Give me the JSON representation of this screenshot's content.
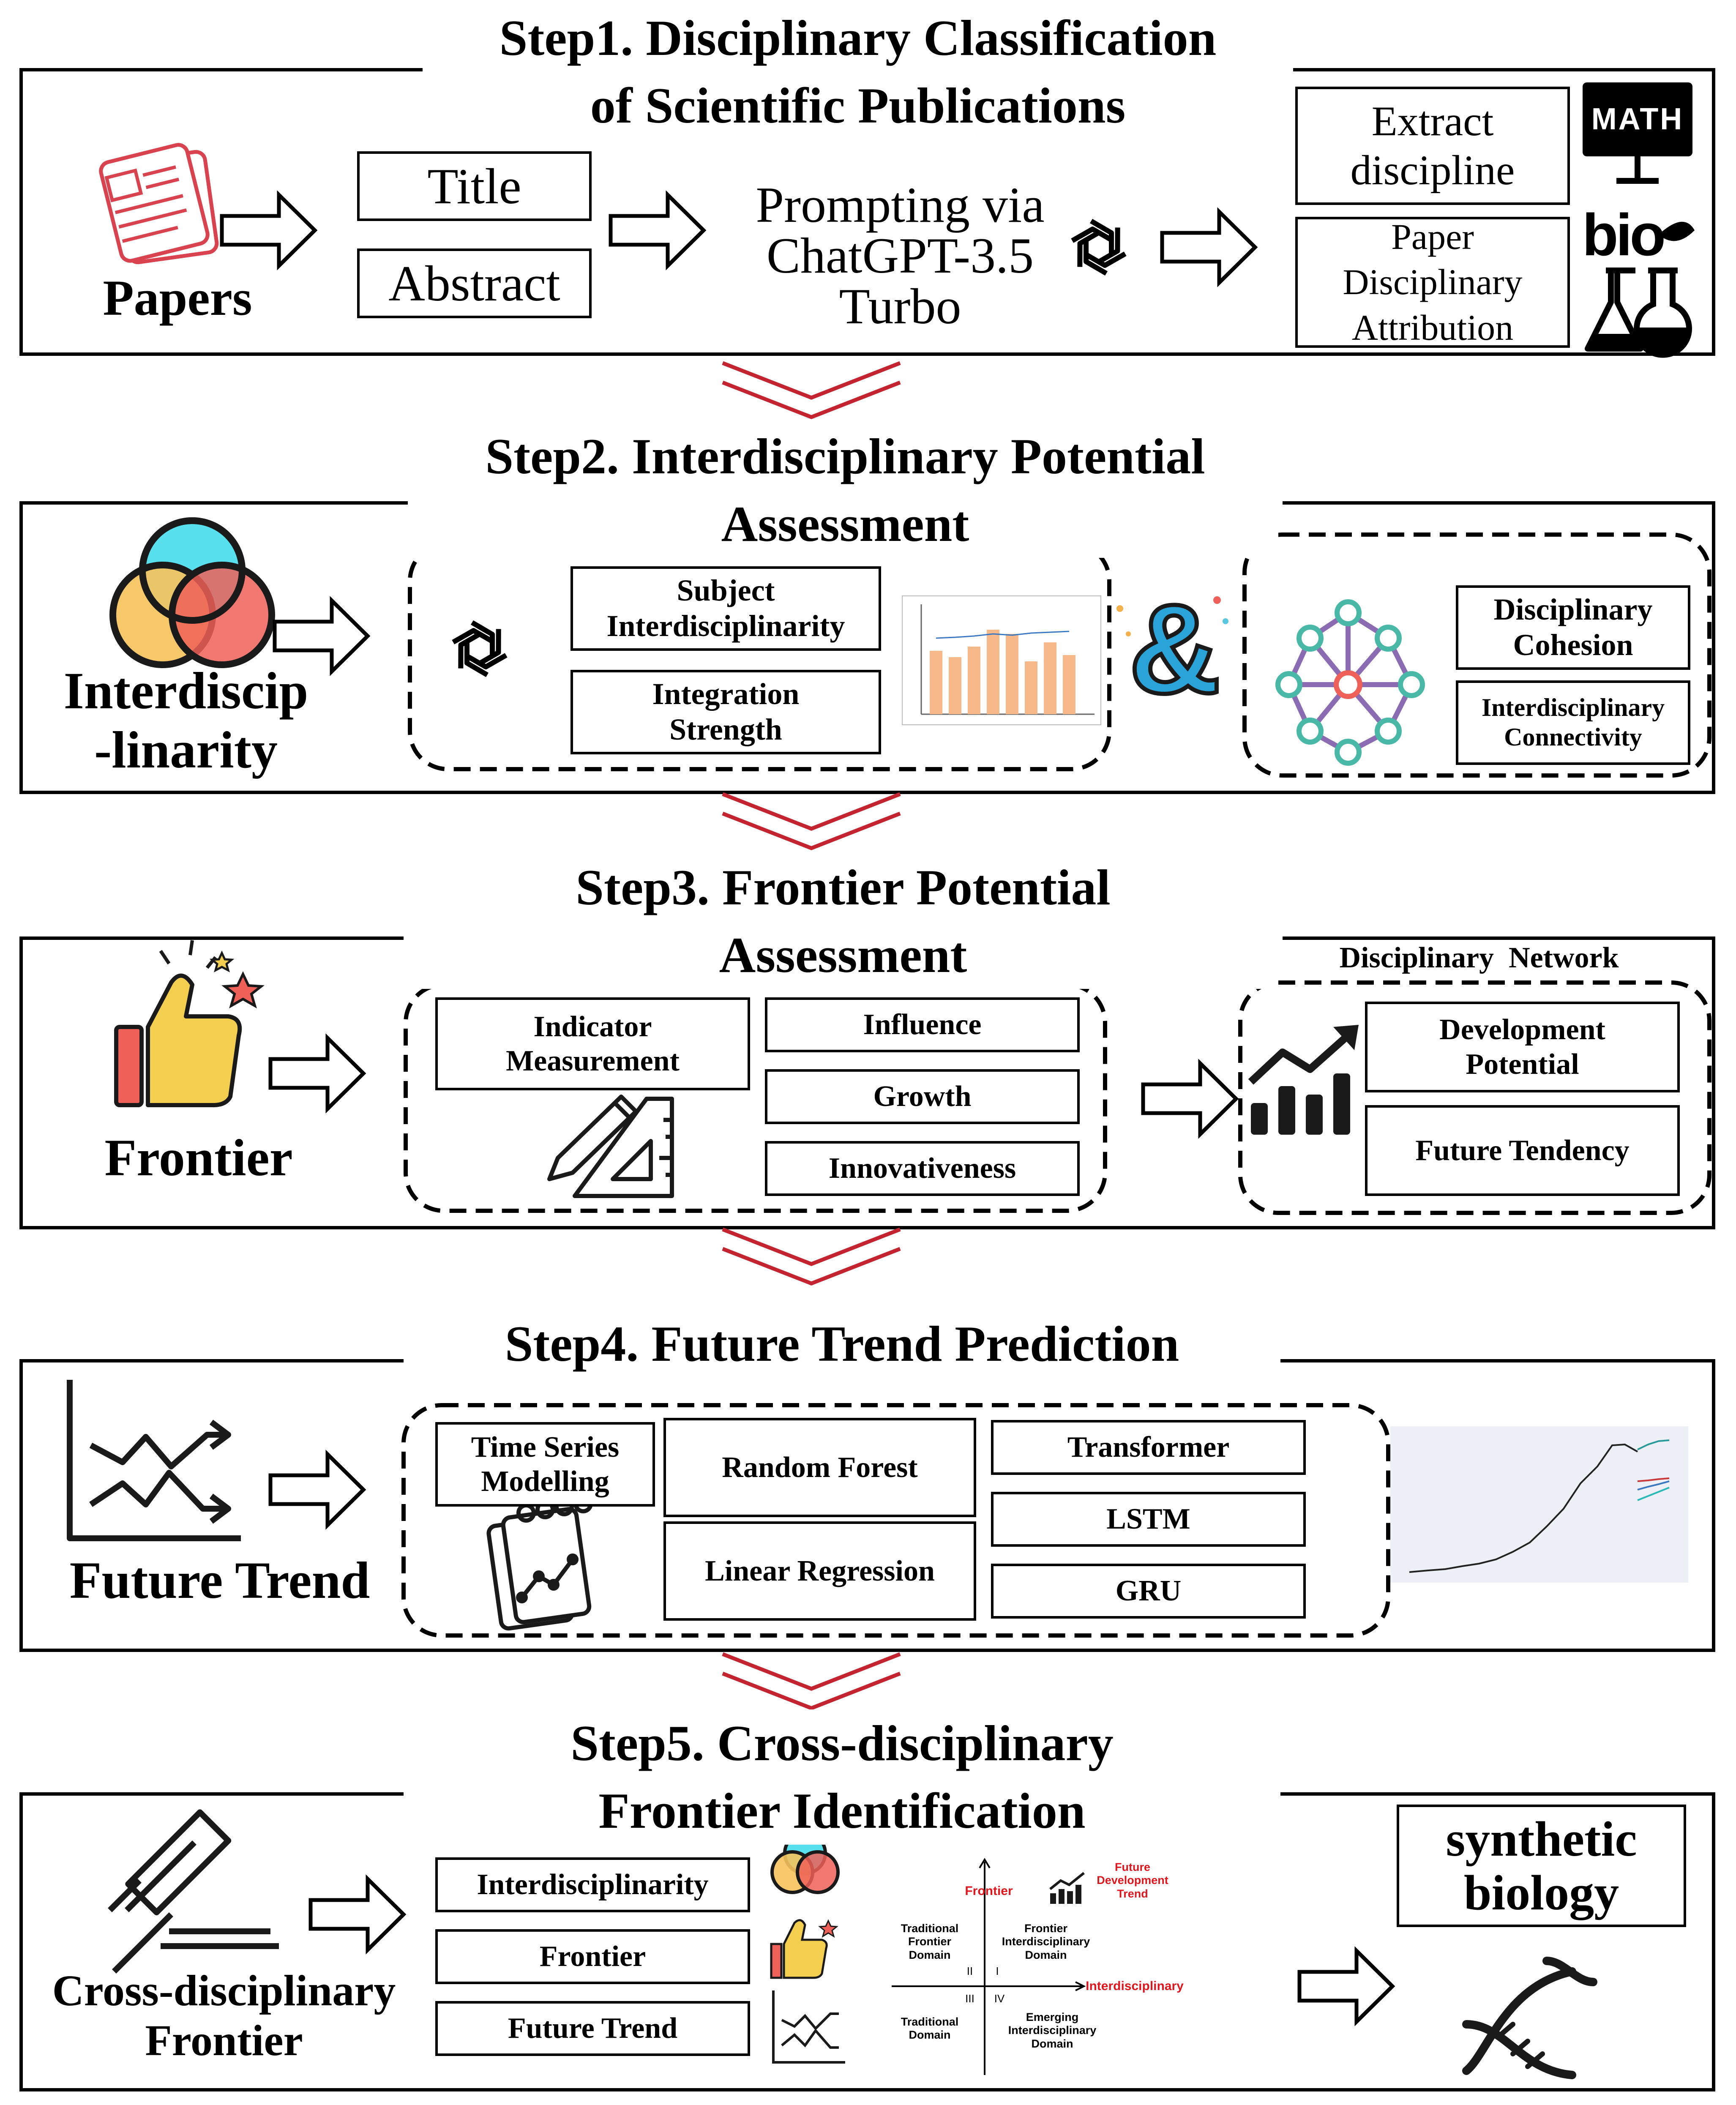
{
  "steps": [
    {
      "title": "Step1. Disciplinary Classification of Scientific Publications",
      "title_lines": [
        "Step1. Disciplinary Classification",
        "of Scientific Publications"
      ],
      "source": "Papers",
      "inputs": [
        "Title",
        "Abstract"
      ],
      "process": "Prompting via ChatGPT-3.5 Turbo",
      "process_lines": [
        "Prompting via",
        "ChatGPT-3.5",
        "Turbo"
      ],
      "outputs": [
        "Extract discipline",
        "Paper Disciplinary Attribution"
      ],
      "output_lines": [
        [
          "Extract",
          "discipline"
        ],
        [
          "Paper",
          "Disciplinary",
          "Attribution"
        ]
      ],
      "icon_labels": [
        "MATH",
        "bio"
      ]
    },
    {
      "title": "Step2. Interdisciplinary Potential Assessment",
      "title_lines": [
        "Step2. Interdisciplinary Potential",
        "Assessment"
      ],
      "source": "Interdisciplinarity",
      "source_lines": [
        "Interdiscip",
        "-linarity"
      ],
      "left_group": [
        "Subject Interdisciplinarity",
        "Integration Strength"
      ],
      "left_group_lines": [
        [
          "Subject",
          "Interdisciplinarity"
        ],
        [
          "Integration",
          "Strength"
        ]
      ],
      "connector": "&",
      "right_group": [
        "Disciplinary Cohesion",
        "Interdisciplinary Connectivity"
      ],
      "right_group_lines": [
        [
          "Disciplinary",
          "Cohesion"
        ],
        [
          "Interdisciplinary",
          "Connectivity"
        ]
      ]
    },
    {
      "title": "Step3. Frontier Potential Assessment",
      "title_lines": [
        "Step3. Frontier Potential",
        "Assessment"
      ],
      "source": "Frontier",
      "indicator": "Indicator Measurement",
      "indicator_lines": [
        "Indicator",
        "Measurement"
      ],
      "metrics": [
        "Influence",
        "Growth",
        "Innovativeness"
      ],
      "network_label": "Disciplinary  Network",
      "outcomes": [
        "Development Potential",
        "Future Tendency"
      ],
      "outcome_lines": [
        [
          "Development",
          "Potential"
        ],
        [
          "Future Tendency"
        ]
      ]
    },
    {
      "title": "Step4. Future Trend Prediction",
      "source": "Future Trend",
      "method_group": "Time Series Modelling",
      "method_group_lines": [
        "Time Series",
        "Modelling"
      ],
      "ml_models": [
        "Random Forest",
        "Linear Regression"
      ],
      "dl_models": [
        "Transformer",
        "LSTM",
        "GRU"
      ]
    },
    {
      "title": "Step5.  Cross-disciplinary Frontier Identification",
      "title_lines": [
        "Step5.  Cross-disciplinary",
        "Frontier Identification"
      ],
      "source": "Cross-disciplinary Frontier",
      "source_lines": [
        "Cross-disciplinary",
        "Frontier"
      ],
      "criteria": [
        "Interdisciplinarity",
        "Frontier",
        "Future Trend"
      ],
      "result": "synthetic biology",
      "result_lines": [
        "synthetic",
        "biology"
      ],
      "quadrant": {
        "y_axis": "Frontier",
        "x_axis": "Interdisciplinary",
        "corner_label": "Future Development Trend",
        "corner_label_lines": [
          "Future",
          "Development",
          "Trend"
        ],
        "numerals": [
          "II",
          "I",
          "III",
          "IV"
        ],
        "cells": [
          {
            "numeral": "I",
            "label": "Frontier Interdisciplinary Domain",
            "lines": [
              "Frontier",
              "Interdisciplinary",
              "Domain"
            ]
          },
          {
            "numeral": "II",
            "label": "Traditional Frontier Domain",
            "lines": [
              "Traditional",
              "Frontier",
              "Domain"
            ]
          },
          {
            "numeral": "III",
            "label": "Traditional Domain",
            "lines": [
              "Traditional",
              "Domain"
            ]
          },
          {
            "numeral": "IV",
            "label": "Emerging Interdisciplinary Domain",
            "lines": [
              "Emerging",
              "Interdisciplinary",
              "Domain"
            ]
          }
        ]
      }
    }
  ],
  "colors": {
    "chevron": "#c4242f",
    "paper_icon": "#d9434f",
    "highlight_red": "#e0161e",
    "network_purple": "#8b6bb1",
    "network_teal": "#49b8a6",
    "venn_cyan": "#58e0ee",
    "venn_yellow": "#f6c35c",
    "venn_red": "#ee6058",
    "thumb_yellow": "#f4cf4f",
    "ampersand_blue": "#2aa3d8"
  }
}
